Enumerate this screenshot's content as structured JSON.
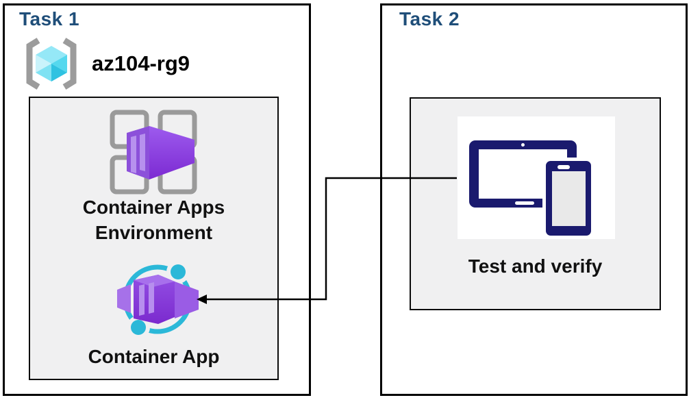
{
  "diagram": {
    "task1": {
      "title": "Task 1",
      "resource_group": {
        "name": "az104-rg9",
        "icon": "resource-group-icon"
      },
      "nodes": {
        "environment_line1": "Container Apps",
        "environment_line2": "Environment",
        "environment_icon": "container-apps-environment-icon",
        "container_app": "Container App",
        "container_app_icon": "container-app-icon"
      }
    },
    "task2": {
      "title": "Task 2",
      "node": "Test and verify",
      "node_icon": "devices-icon"
    },
    "connector": {
      "from": "Test and verify",
      "to": "Container App",
      "style": "elbow-arrow",
      "arrowhead": "left"
    }
  },
  "colors": {
    "task_title": "#1f4e79",
    "panel_background": "#f0f0f1",
    "box_border": "#000000",
    "label_text": "#111111",
    "teal_accent": "#2bb8d8",
    "purple_container": "#8a42dd",
    "purple_stripe": "#b791ee",
    "device_navy": "#1a1a6e",
    "bracket_gray": "#9c9c9c",
    "cube_cyan": "#55d8ee"
  }
}
